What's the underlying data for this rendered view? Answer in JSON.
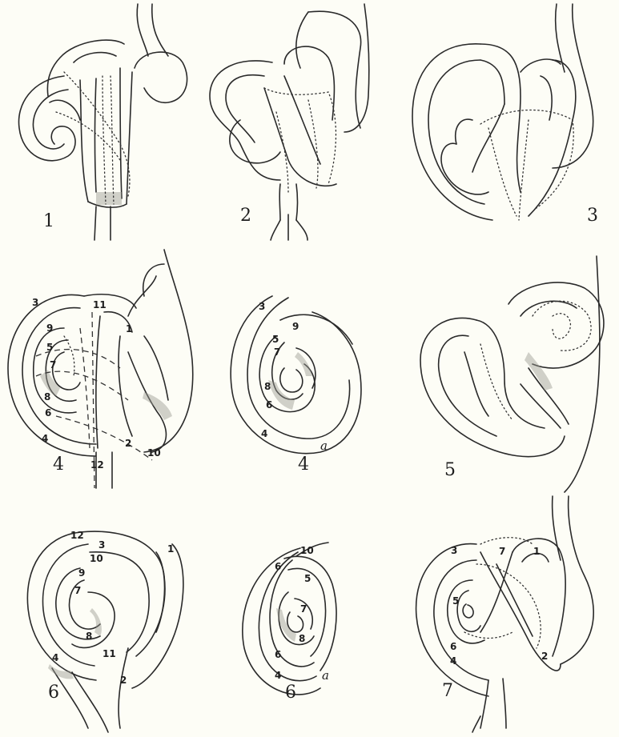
{
  "colors": {
    "paper": "#fdfdf6",
    "ink": "#2a2a2a"
  },
  "figures": {
    "f1": {
      "label": "1"
    },
    "f2": {
      "label": "2"
    },
    "f3": {
      "label": "3"
    },
    "f4": {
      "label": "4",
      "segments": [
        "3",
        "11",
        "9",
        "1",
        "5",
        "7",
        "8",
        "6",
        "4",
        "2",
        "10",
        "12"
      ]
    },
    "f4a": {
      "label": "4",
      "sublabel": "a",
      "segments": [
        "3",
        "9",
        "5",
        "7",
        "8",
        "6",
        "4"
      ]
    },
    "f5": {
      "label": "5"
    },
    "f6": {
      "label": "6",
      "segments": [
        "12",
        "3",
        "10",
        "9",
        "1",
        "7",
        "8",
        "4",
        "11",
        "2"
      ]
    },
    "f6a": {
      "label": "6",
      "sublabel": "a",
      "segments": [
        "10",
        "6",
        "5",
        "7",
        "8",
        "6",
        "4"
      ]
    },
    "f7": {
      "label": "7",
      "segments": [
        "3",
        "7",
        "1",
        "5",
        "6",
        "4",
        "2"
      ]
    }
  }
}
